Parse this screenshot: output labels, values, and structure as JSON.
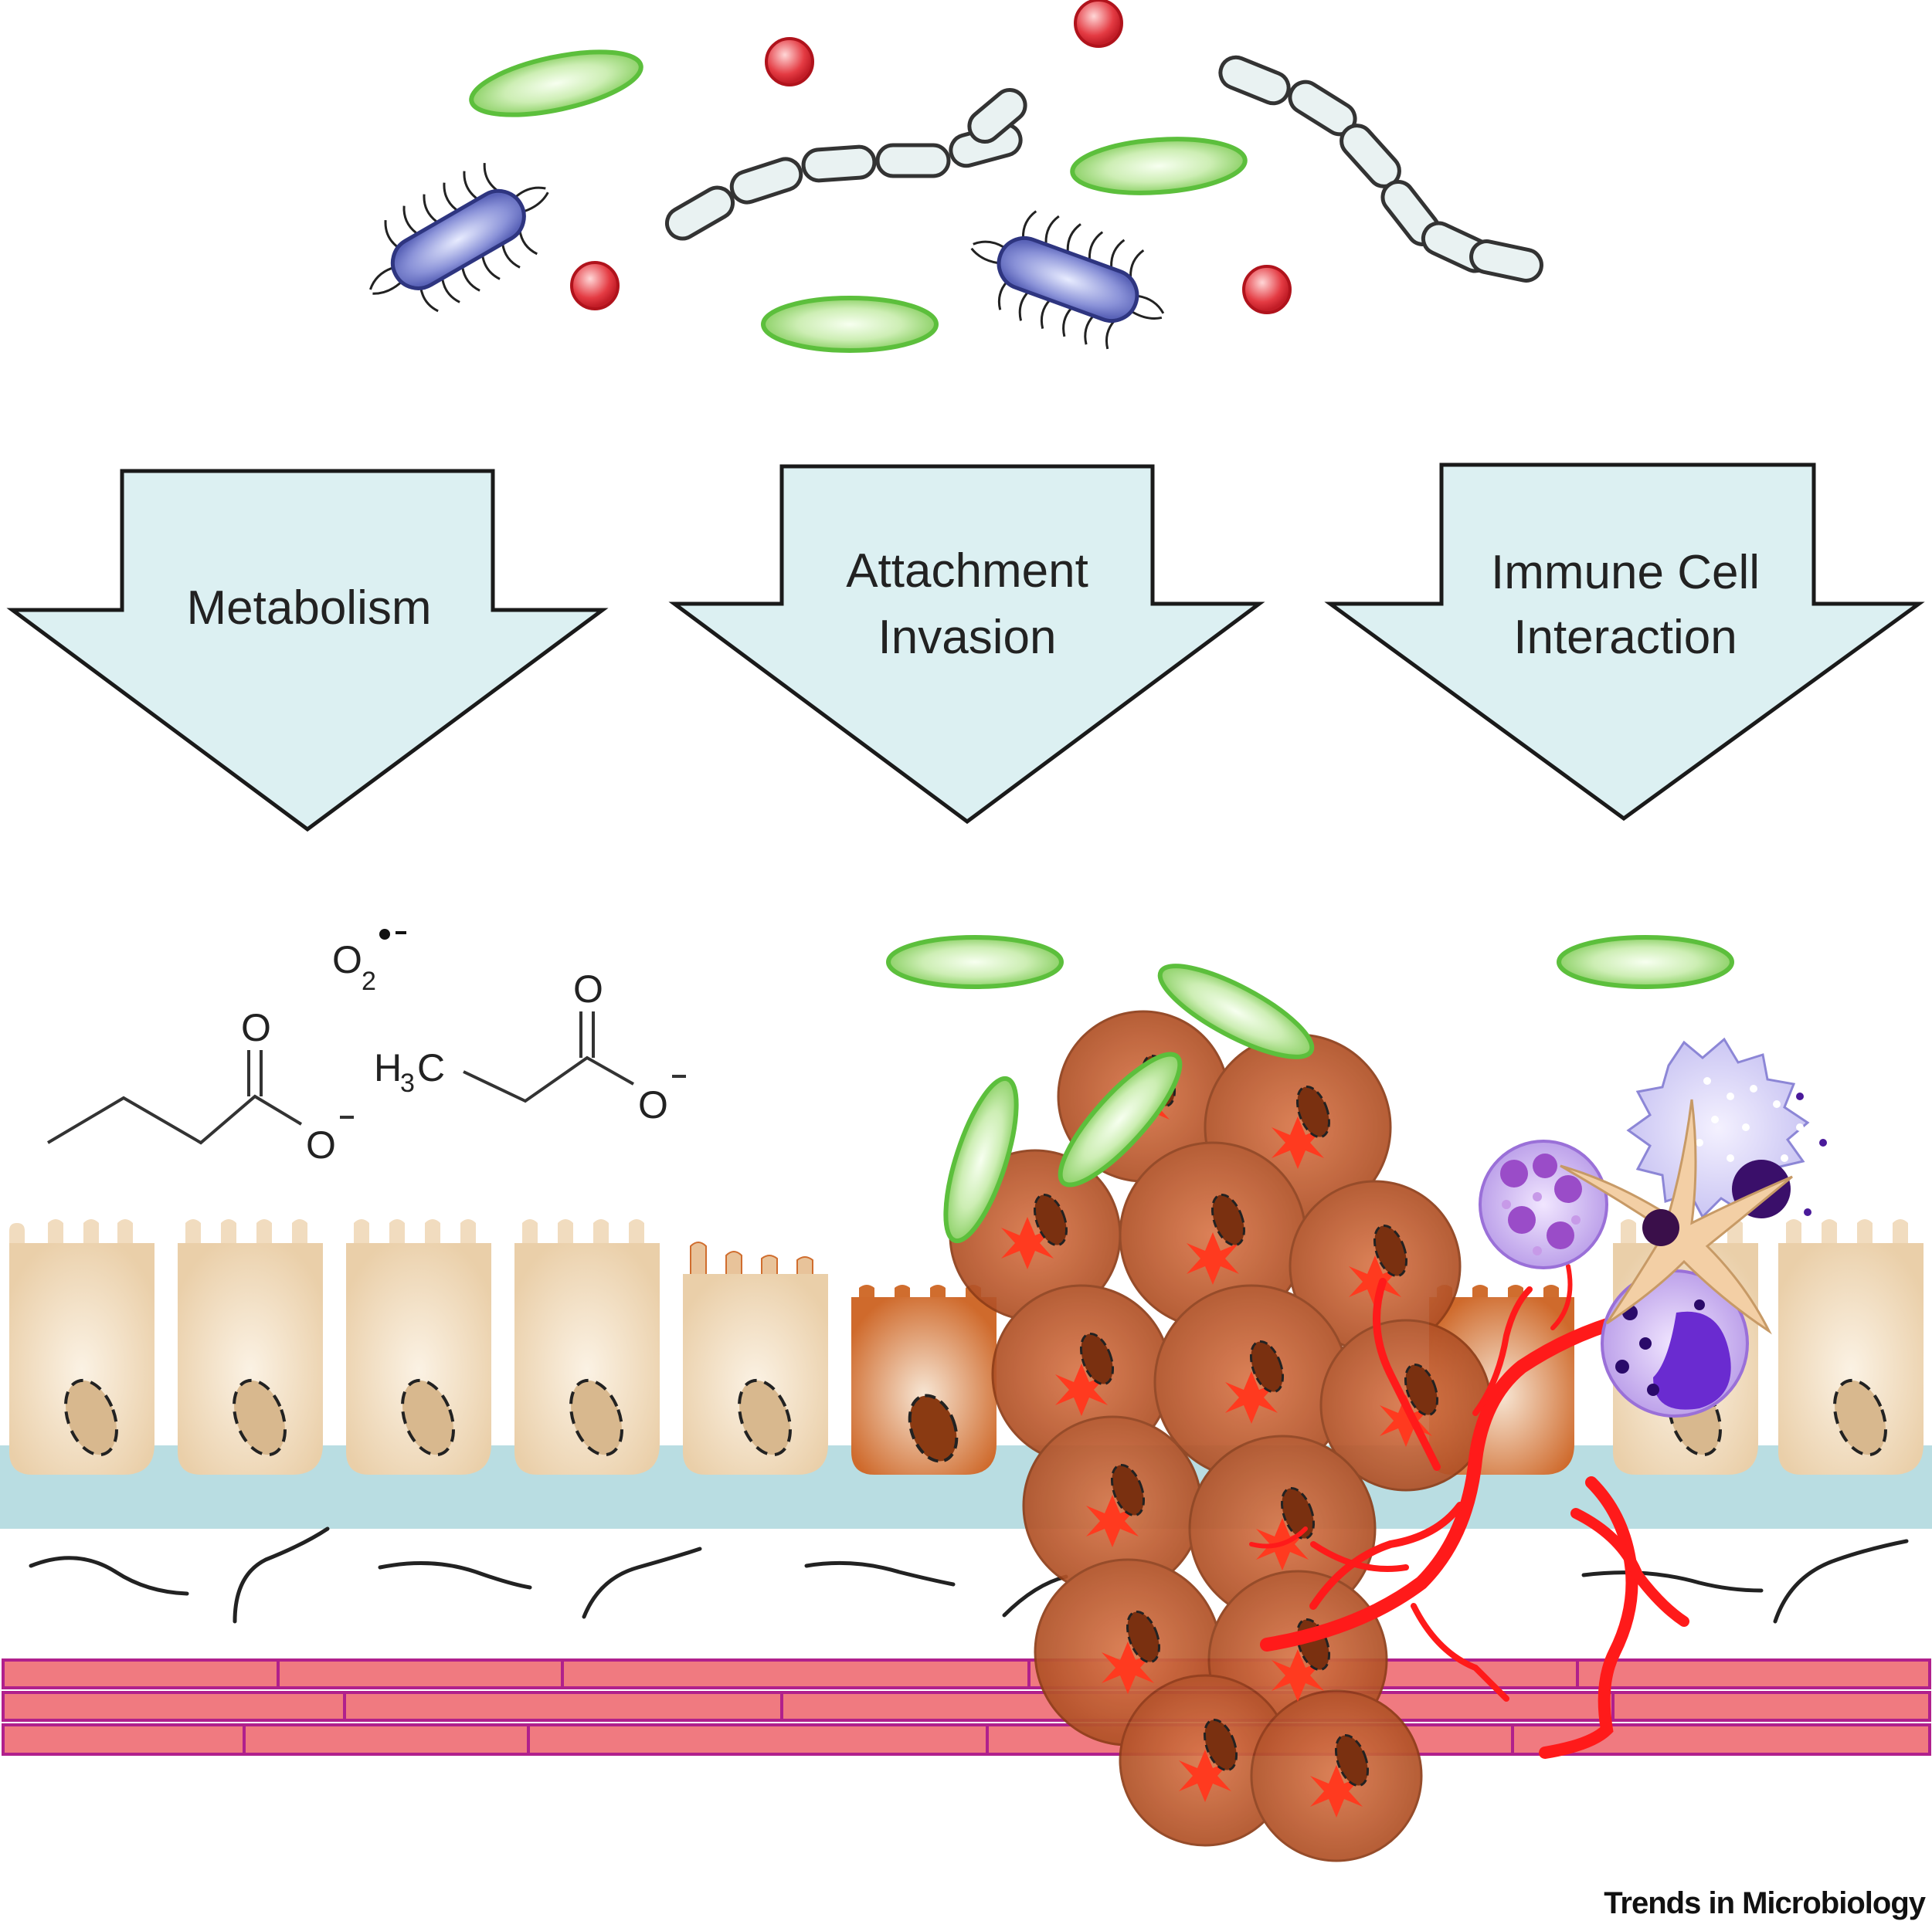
{
  "arrows": [
    {
      "id": "metabolism",
      "lines": [
        "Metabolism"
      ]
    },
    {
      "id": "attachment-invasion",
      "lines": [
        "Attachment",
        "Invasion"
      ]
    },
    {
      "id": "immune-cell-interaction",
      "lines": [
        "Immune Cell",
        "Interaction"
      ]
    }
  ],
  "chemistry": {
    "superoxide": {
      "base": "O",
      "subscript": "2"
    },
    "butyrate": {
      "oxygen_top": "O",
      "oxygen_anion": "O"
    },
    "propionate": {
      "methyl": "H",
      "methyl_sub": "3",
      "methyl_c": "C",
      "oxygen_top": "O",
      "oxygen_anion": "O"
    }
  },
  "footer": {
    "journal": "Trends in Microbiology"
  },
  "colors": {
    "arrow_fill": "#dcf0f2",
    "epithelium": "#f1dcbf",
    "basement_membrane": "#b9dde2",
    "tumor": "#b5552a",
    "blood_vessel": "#ff1a1a",
    "muscle": "#f07a80",
    "bacteria_green": "#8fd26a",
    "bacteria_blue": "#6f78c8",
    "red_dot": "#e0303a",
    "chain_bacteria": "#e6f0f0"
  }
}
